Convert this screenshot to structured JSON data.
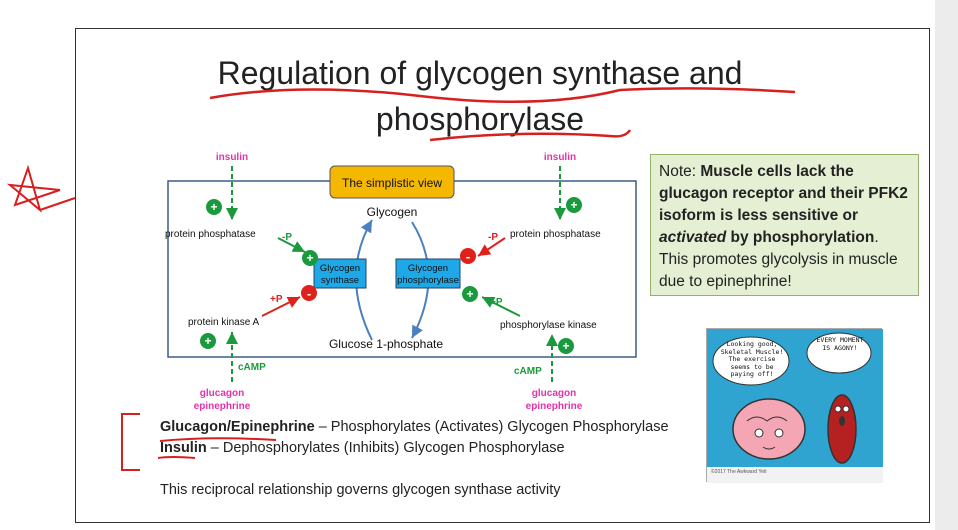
{
  "title": {
    "line1": "Regulation of glycogen synthase and",
    "line2": "phosphorylase"
  },
  "diagram": {
    "box_label": "The simplistic view",
    "glycogen": "Glycogen",
    "glucose1p": "Glucose 1-phosphate",
    "synthase_l1": "Glycogen",
    "synthase_l2": "synthase",
    "phosphorylase_l1": "Glycogen",
    "phosphorylase_l2": "phosphorylase",
    "insulin_left": "insulin",
    "insulin_right": "insulin",
    "pp_left": "protein phosphatase",
    "pp_right": "protein phosphatase",
    "pka": "protein kinase A",
    "phk": "phosphorylase kinase",
    "camp_left": "cAMP",
    "camp_right": "cAMP",
    "glucagon_left_l1": "glucagon",
    "glucagon_left_l2": "epinephrine",
    "glucagon_right_l1": "glucagon",
    "glucagon_right_l2": "epinephrine",
    "minus_p": "-P",
    "plus_p": "+P",
    "plus_sign": "+",
    "minus_sign": "-"
  },
  "note": {
    "prefix": "Note: ",
    "bold1": "Muscle cells lack the glucagon receptor and their PFK2 isoform is less sensitive or ",
    "italic": "activated",
    "bold2": " by phosphorylation",
    "rest": ". This promotes glycolysis in muscle due to epinephrine!"
  },
  "bottom": {
    "line1_bold": "Glucagon/Epinephrine",
    "line1_rest": " – Phosphorylates (Activates) Glycogen Phosphorylase",
    "line2_bold": "Insulin",
    "line2_rest": " – Dephosphorylates (Inhibits) Glycogen Phosphorylase",
    "line3": "This reciprocal relationship governs glycogen synthase activity"
  },
  "comic": {
    "bubble_left": "Looking good, Skeletal Muscle! The exercise seems to be paying off!",
    "bubble_right": "EVERY MOMENT IS AGONY!",
    "credit": "©2017 The Awkward Yeti"
  },
  "colors": {
    "insulin": "#e033a8",
    "activate": "#1a9a3c",
    "inhibit": "#e0201b",
    "enzyme": "#1fa8e8",
    "box": "#f5b800",
    "annotation": "#d62020",
    "note_bg": "#e4efd3"
  }
}
